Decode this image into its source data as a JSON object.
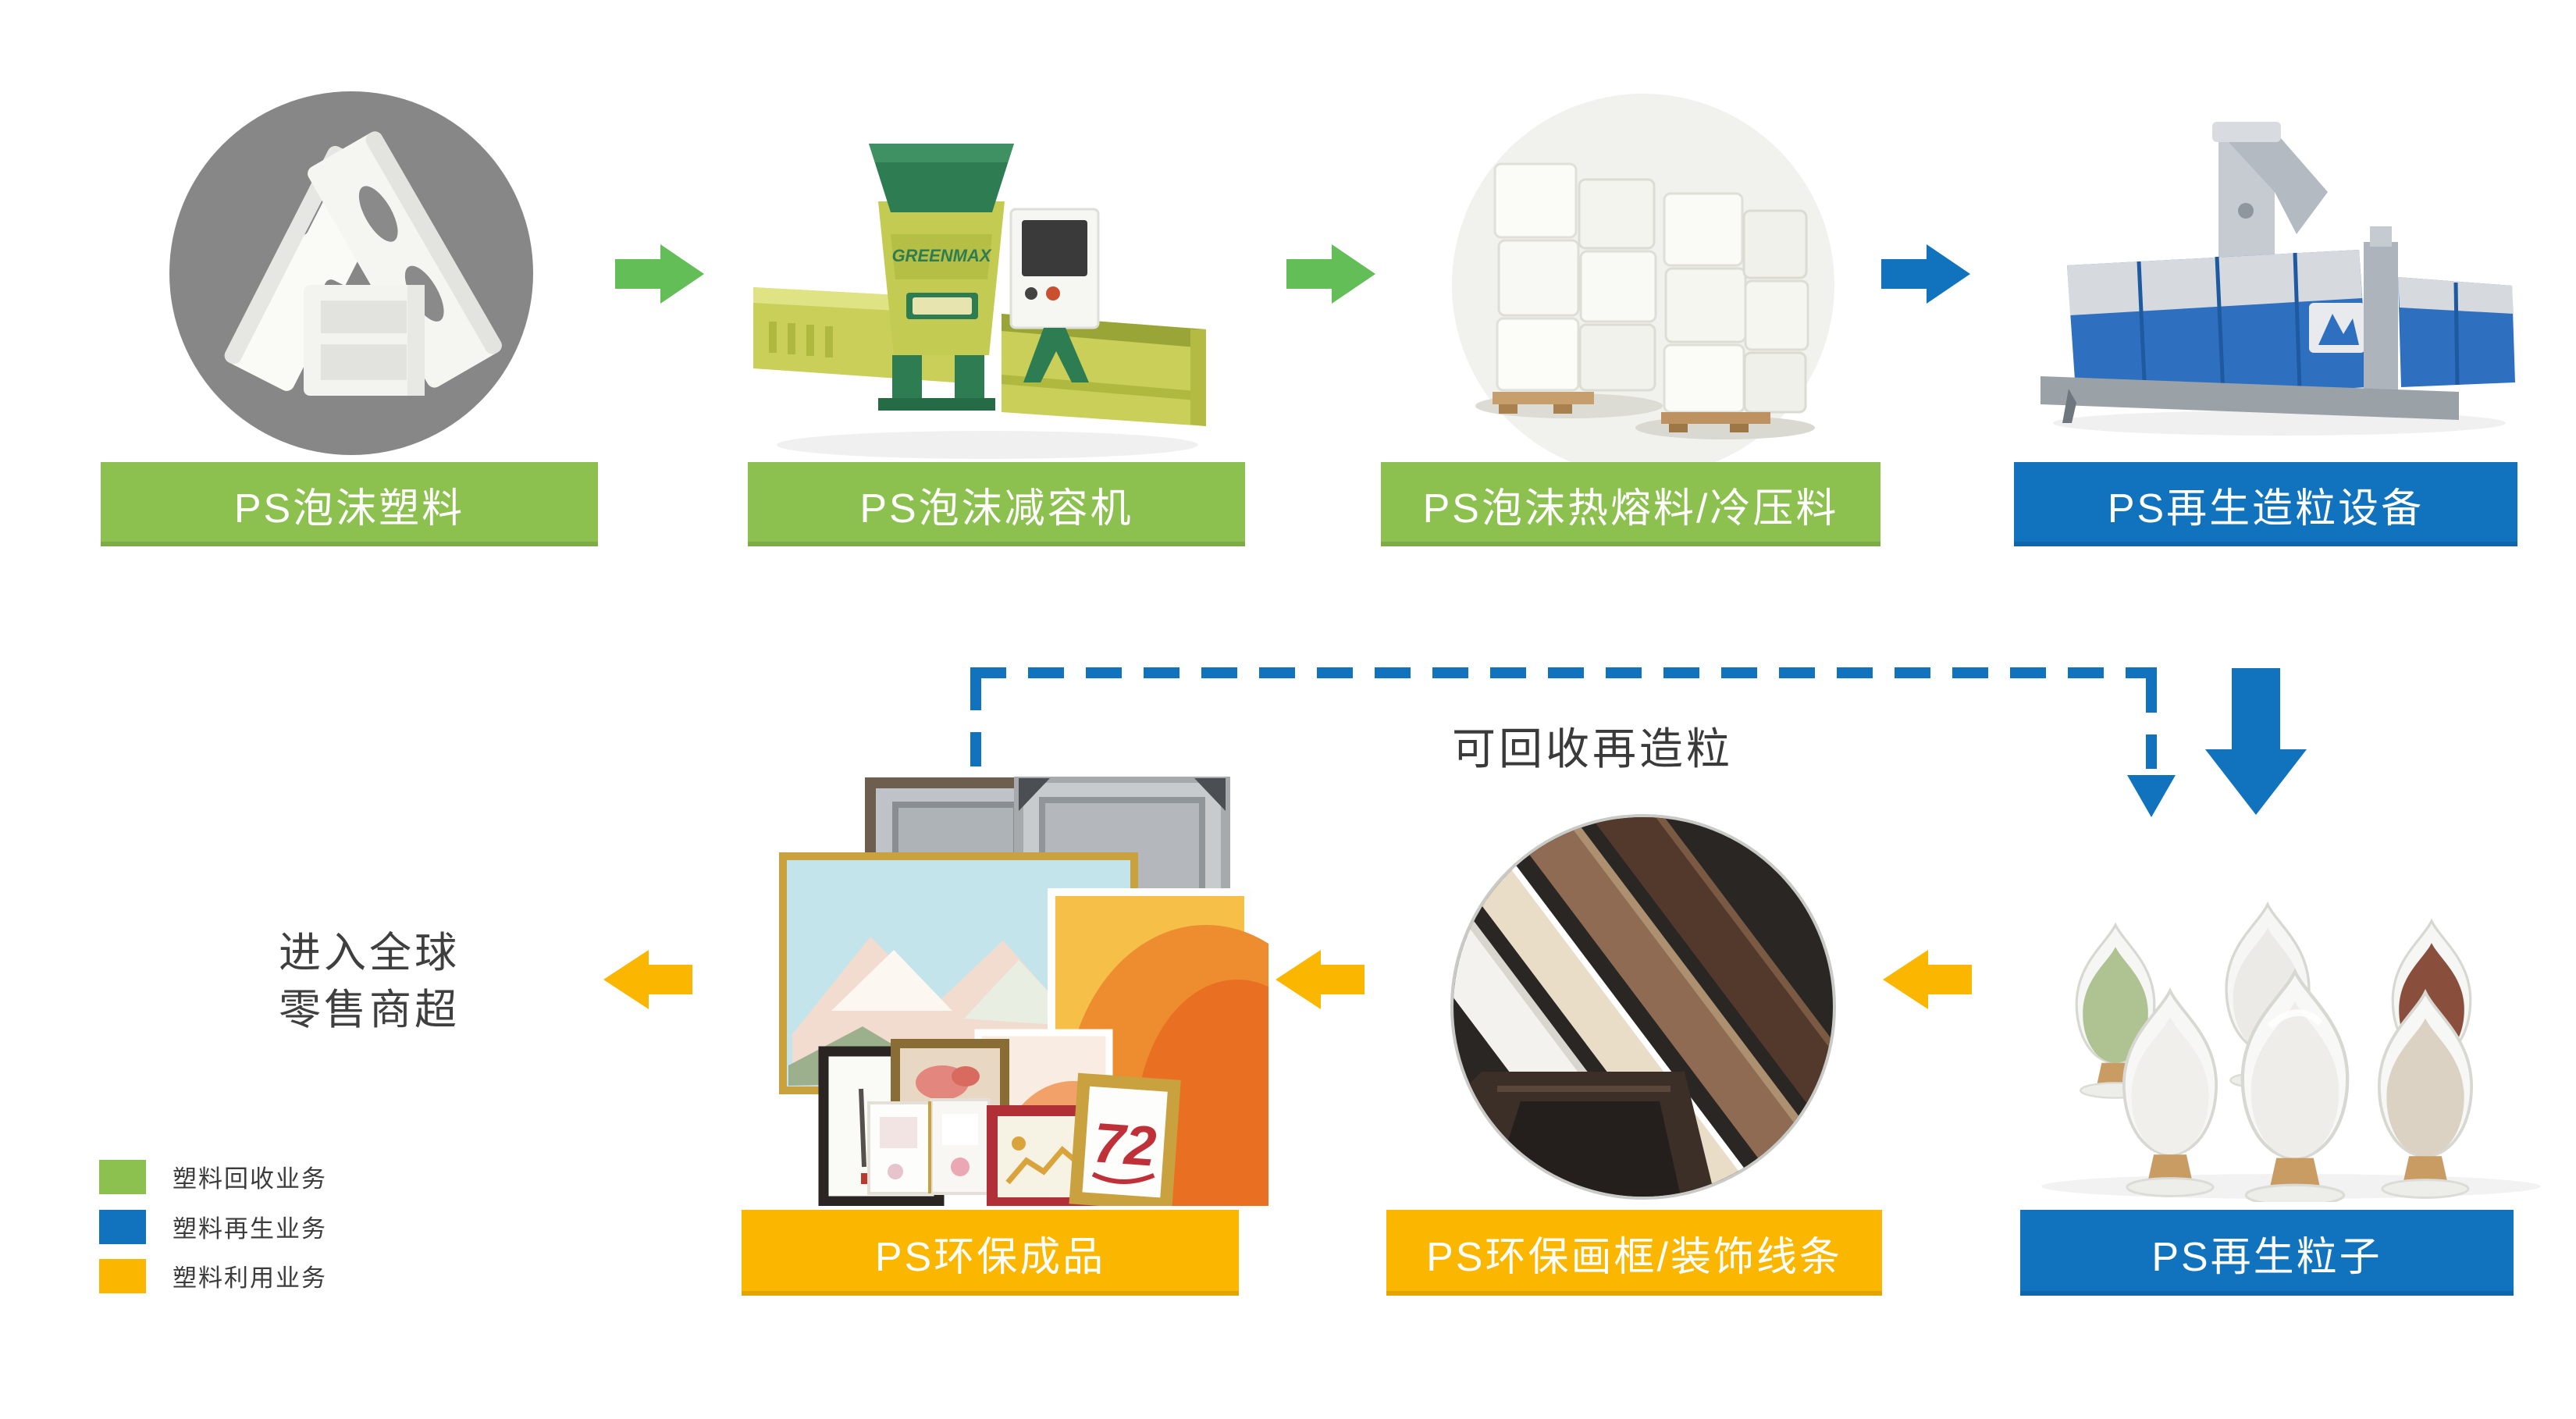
{
  "stations": {
    "top": [
      {
        "id": "ps-foam-plastic",
        "label": "PS泡沫塑料",
        "category": "recycle",
        "image": "白色PS泡沫包装材料（灰色圆形底图）"
      },
      {
        "id": "ps-foam-compactor",
        "label": "PS泡沫减容机",
        "category": "recycle",
        "brand": "GREENMAX",
        "image": "绿色泡沫减容机设备"
      },
      {
        "id": "ps-foam-melt-coldpress",
        "label": "PS泡沫热熔料/冷压料",
        "category": "recycle",
        "image": "压缩泡沫料块堆垛（圆形底图）"
      },
      {
        "id": "ps-pelletizing-equipment",
        "label": "PS再生造粒设备",
        "category": "regenerate",
        "image": "蓝色再生造粒生产线设备"
      }
    ],
    "bottom": [
      {
        "id": "ps-eco-products",
        "label": "PS环保成品",
        "category": "utilize",
        "badge": "72",
        "image": "各类环保画框相框成品组合"
      },
      {
        "id": "ps-eco-frames-moldings",
        "label": "PS环保画框/装饰线条",
        "category": "utilize",
        "image": "画框线条型材样品（深色圆形底图）"
      },
      {
        "id": "ps-recycled-pellets",
        "label": "PS再生粒子",
        "category": "regenerate",
        "image": "PS再生粒子样品容器"
      }
    ]
  },
  "annotations": {
    "recycle_loop": "可回收再造粒",
    "market_line1": "进入全球",
    "market_line2": "零售商超"
  },
  "legend": [
    {
      "label": "塑料回收业务",
      "color": "#8CC04F"
    },
    {
      "label": "塑料再生业务",
      "color": "#1173BE"
    },
    {
      "label": "塑料利用业务",
      "color": "#FBB700"
    }
  ],
  "colors": {
    "recycle_green": "#8CC04F",
    "arrow_green": "#63BE58",
    "regenerate_blue": "#1173BE",
    "utilize_yellow": "#FBB700",
    "text_dark": "#3F3F3F",
    "circle_gray": "#878787"
  }
}
